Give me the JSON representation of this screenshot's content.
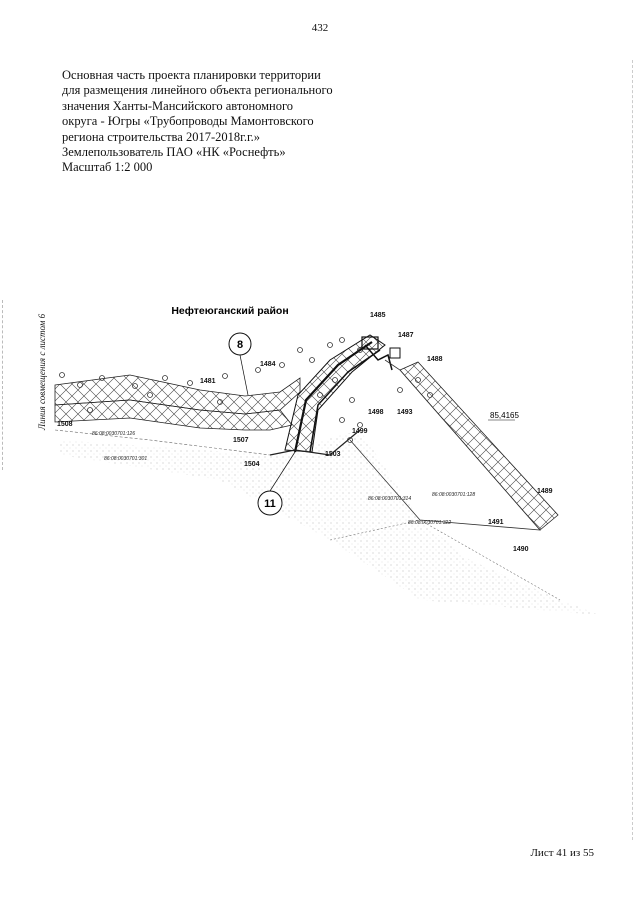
{
  "page_number": "432",
  "caption_lines": [
    "Основная часть проекта планировки территории",
    "для размещения линейного объекта регионального",
    "значения Ханты-Мансийского автономного",
    "округа - Югры «Трубопроводы Мамонтовского",
    "региона строительства 2017-2018г.г.»",
    "Землепользователь ПАО «НК «Роснефть»",
    "Масштаб 1:2 000"
  ],
  "map": {
    "district_name": "Нефтеюганский район",
    "side_label": "Линия совмещения с листом 6",
    "circle_labels": [
      "8",
      "11"
    ],
    "point_labels": [
      "1485",
      "1487",
      "1488",
      "1484",
      "1481",
      "1498",
      "1493",
      "1499",
      "1508",
      "1507",
      "1504",
      "1503",
      "1489",
      "1491",
      "1490"
    ],
    "area_label": "85,4165",
    "cadastral_numbers": [
      "86:08:0030701:126",
      "86:08:0030701:301",
      "86:08:0030701:314",
      "86:08:0030701:128",
      "86:08:0030701:322"
    ]
  },
  "footer": {
    "sheet_info": "Лист 41 из 55"
  }
}
